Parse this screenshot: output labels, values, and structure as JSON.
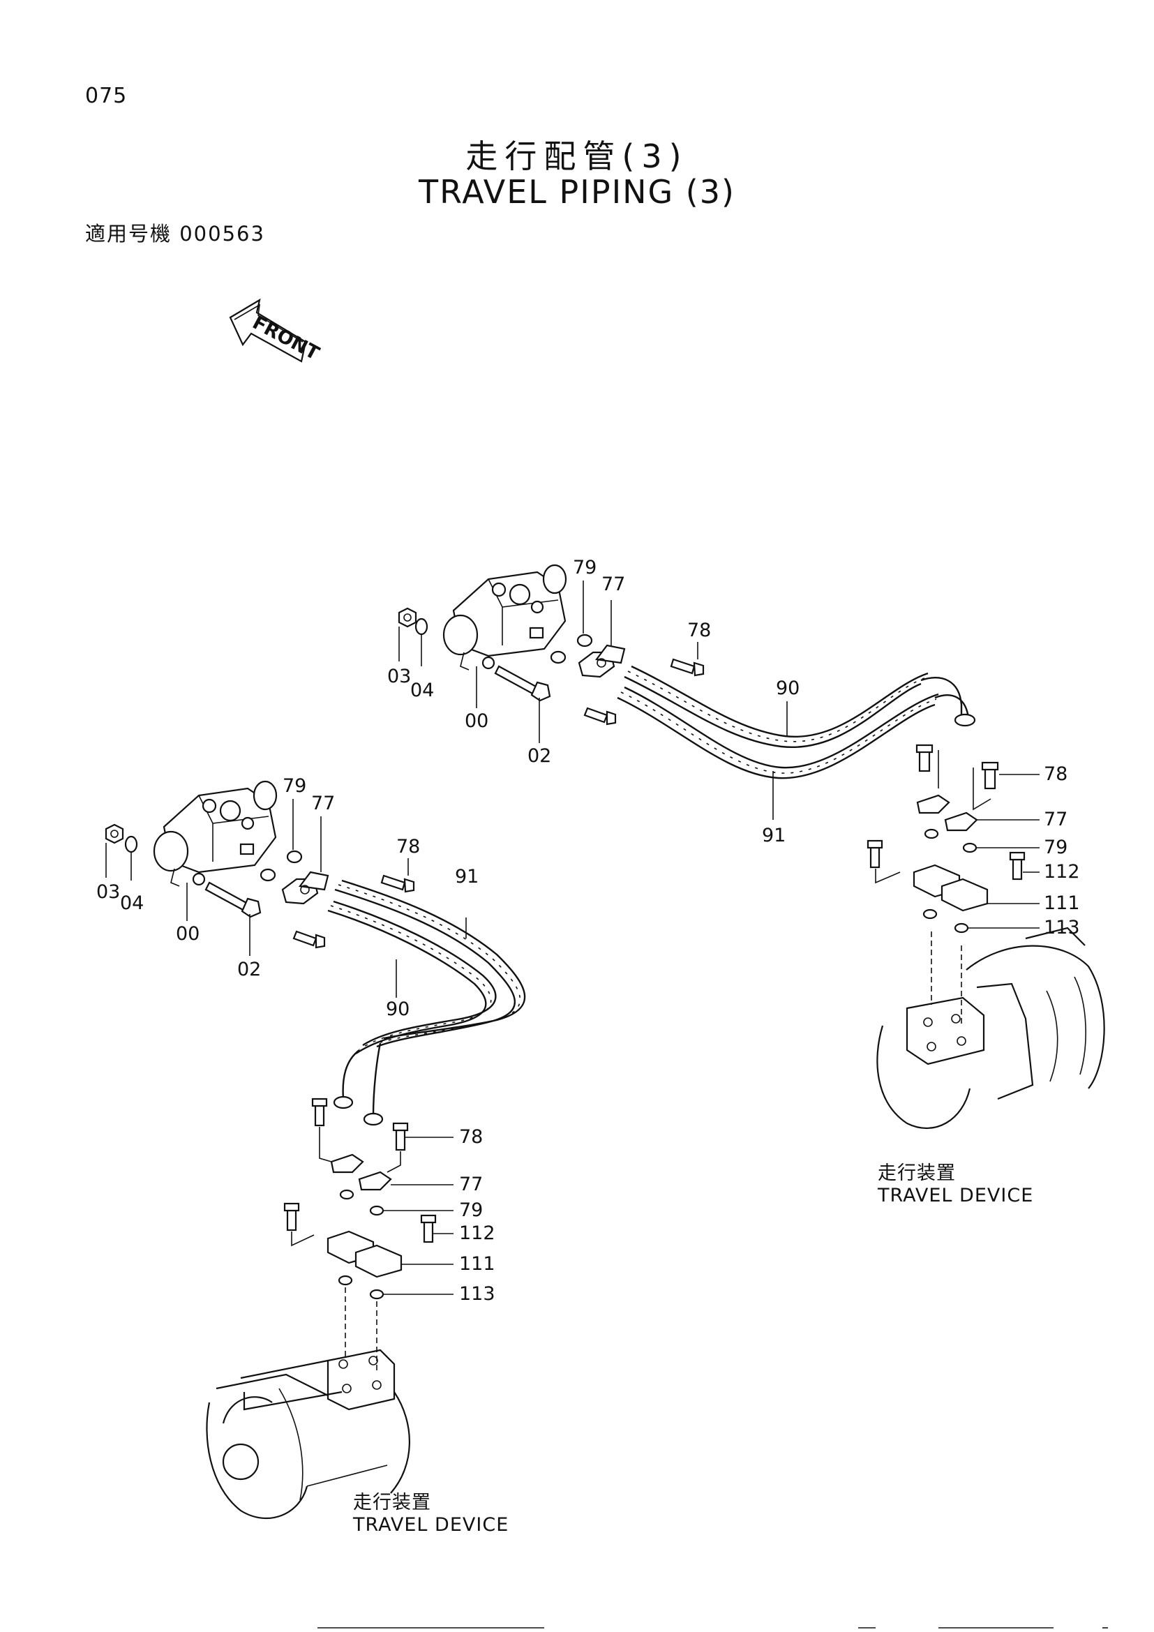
{
  "header": {
    "page_number": "075",
    "title_jp": "走行配管(3)",
    "title_en": "TRAVEL   PIPING (3)",
    "applicable_serial": "適用号機 000563"
  },
  "front_indicator": {
    "label": "FRONT",
    "icon": "front-arrow-icon"
  },
  "upper_assembly": {
    "callouts": [
      {
        "part": "79"
      },
      {
        "part": "77"
      },
      {
        "part": "78"
      },
      {
        "part": "90"
      },
      {
        "part": "03"
      },
      {
        "part": "04"
      },
      {
        "part": "00"
      },
      {
        "part": "02"
      },
      {
        "part": "91"
      },
      {
        "part": "78"
      },
      {
        "part": "77"
      },
      {
        "part": "79"
      },
      {
        "part": "112"
      },
      {
        "part": "111"
      },
      {
        "part": "113"
      }
    ],
    "travel_device_label_jp": "走行装置",
    "travel_device_label_en": "TRAVEL  DEVICE"
  },
  "lower_assembly": {
    "callouts": [
      {
        "part": "79"
      },
      {
        "part": "77"
      },
      {
        "part": "78"
      },
      {
        "part": "91"
      },
      {
        "part": "03"
      },
      {
        "part": "04"
      },
      {
        "part": "00"
      },
      {
        "part": "02"
      },
      {
        "part": "90"
      },
      {
        "part": "78"
      },
      {
        "part": "77"
      },
      {
        "part": "79"
      },
      {
        "part": "112"
      },
      {
        "part": "111"
      },
      {
        "part": "113"
      }
    ],
    "travel_device_label_jp": "走行装置",
    "travel_device_label_en": "TRAVEL  DEVICE"
  }
}
